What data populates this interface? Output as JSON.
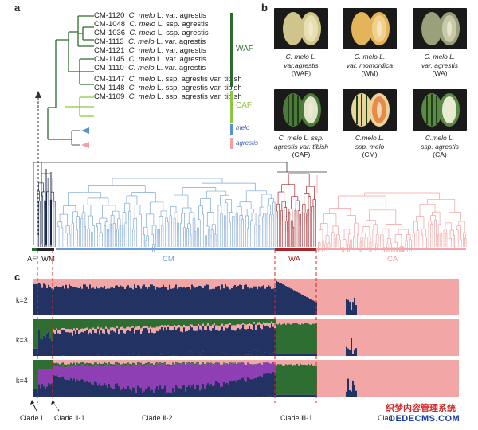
{
  "panels": {
    "a": "a",
    "b": "b",
    "c": "c"
  },
  "tree": {
    "tips": [
      {
        "id": "CM-1120",
        "genus": "C. melo",
        "rest": " L. var. agrestis"
      },
      {
        "id": "CM-1048",
        "genus": "C. melo",
        "rest": " L. ssp. agrestis"
      },
      {
        "id": "CM-1036",
        "genus": "C. melo",
        "rest": " L. ssp. agrestis"
      },
      {
        "id": "CM-1113",
        "genus": "C. melo",
        "rest": " L. var. agrestis"
      },
      {
        "id": "CM-1121",
        "genus": "C. melo",
        "rest": " L. var. agrestis"
      },
      {
        "id": "CM-1145",
        "genus": "C. melo",
        "rest": " L. var. agrestis"
      },
      {
        "id": "CM-1110",
        "genus": "C. melo",
        "rest": " L. var. agrestis"
      },
      {
        "id": "CM-1147",
        "genus": "C. melo",
        "rest": " L. ssp. agrestis var. tibish"
      },
      {
        "id": "CM-1148",
        "genus": "C. melo",
        "rest": " L. ssp. agrestis var. tibish"
      },
      {
        "id": "CM-1109",
        "genus": "C. melo",
        "rest": " L. ssp. agrestis var. tibish"
      }
    ],
    "clades": {
      "waf": "WAF",
      "caf": "CAF",
      "melo": "melo",
      "agrestis": "agrestis"
    },
    "colors": {
      "waf": "#2e6b2e",
      "caf": "#8cc63f",
      "melo": "#5b8fd0",
      "agrestis": "#f2a0a0"
    }
  },
  "photos": [
    {
      "l1": "C. melo L.",
      "l2": "var.agrestis",
      "l3": "(WAF)",
      "fruit": "#cfc58a",
      "flesh": "#e8dfb0"
    },
    {
      "l1": "C. melo L.",
      "l2": "var. momordica",
      "l3": "(WM)",
      "fruit": "#e3b45a",
      "flesh": "#f2d089"
    },
    {
      "l1": "C. melo L.",
      "l2": "var. agrestis",
      "l3": "(WA)",
      "fruit": "#9aa07a",
      "flesh": "#c7c9a8"
    },
    {
      "l1": "C. melo L. ssp.",
      "l2": "agrestis var. tibish",
      "l3": "(CAF)",
      "fruit": "#4c7a3a",
      "flesh": "#dfe6c9"
    },
    {
      "l1": "C.melo L.",
      "l2": "ssp. melo",
      "l3": "(CM)",
      "fruit": "#e9d49a",
      "flesh": "#e88a4a"
    },
    {
      "l1": "C.melo L.",
      "l2": "ssp. agrestis",
      "l3": "(CA)",
      "fruit": "#5c8a45",
      "flesh": "#e5ecd2"
    }
  ],
  "groups": {
    "af": "AF",
    "wm": "WM",
    "cm": "CM",
    "wa": "WA",
    "ca": "CA"
  },
  "k_labels": [
    "k=2",
    "k=3",
    "k=4"
  ],
  "bottom_clades": [
    "Clade Ⅰ",
    "Clade Ⅱ-1",
    "Clade Ⅱ-2",
    "Clade Ⅲ-1",
    "Clad"
  ],
  "watermark": {
    "line1": "织梦内容管理系统",
    "line2": "DEDECMS.COM"
  }
}
